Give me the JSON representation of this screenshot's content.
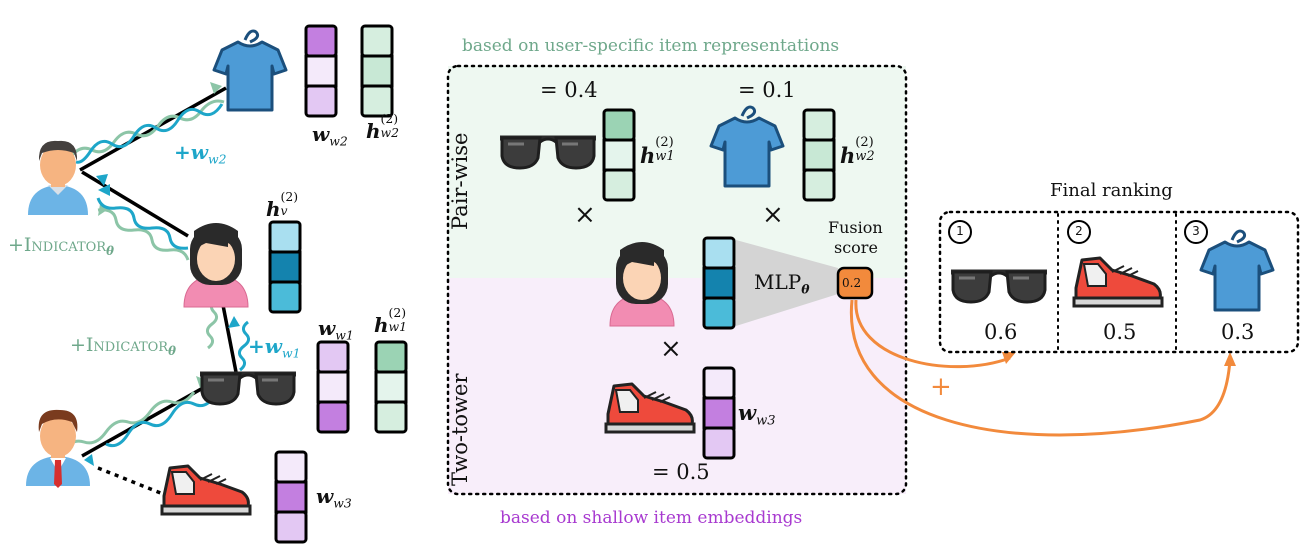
{
  "header": {
    "top_caption": "based on user-specific item representations",
    "bottom_caption": "based on shallow item embeddings"
  },
  "panel": {
    "pairwise_label": "Pair-wise",
    "twotower_label": "Two-tower",
    "score_sunglasses": "= 0.4",
    "score_shirt": "= 0.1",
    "score_shoe": "= 0.5",
    "mlp_label": "MLP",
    "mlp_sub": "θ",
    "fusion_label_1": "Fusion",
    "fusion_label_2": "score",
    "fusion_value": "0.2",
    "times": "×"
  },
  "graph": {
    "indicator_1": "+Indicator",
    "indicator_2": "+Indicator",
    "indicator_sub": "θ",
    "plus_w_w2": "+w",
    "plus_w_w1": "+w",
    "w_letter": "w",
    "h_letter": "h",
    "sup2": "(2)",
    "sub_w1": "w1",
    "sub_w2": "w2",
    "sub_w3": "w3",
    "sub_v": "v"
  },
  "ranking": {
    "title": "Final ranking",
    "plus": "+",
    "items": [
      {
        "rank": "1",
        "item": "sunglasses",
        "score": "0.6"
      },
      {
        "rank": "2",
        "item": "sneaker",
        "score": "0.5"
      },
      {
        "rank": "3",
        "item": "t-shirt",
        "score": "0.3"
      }
    ]
  },
  "colors": {
    "green_arrow": "#8cc5a7",
    "cyan_arrow": "#1ea6c9",
    "orange_arrow": "#f28a3c",
    "purple_dark": "#c37fe0",
    "purple_light": "#f0e2fa",
    "green_dark": "#9bd3b4",
    "green_light": "#e4f4ec",
    "cyan_dark": "#1483ae",
    "cyan_light": "#a9dff0",
    "pairwise_bg": "#eef8f1",
    "twotower_bg": "#f8eefa"
  }
}
